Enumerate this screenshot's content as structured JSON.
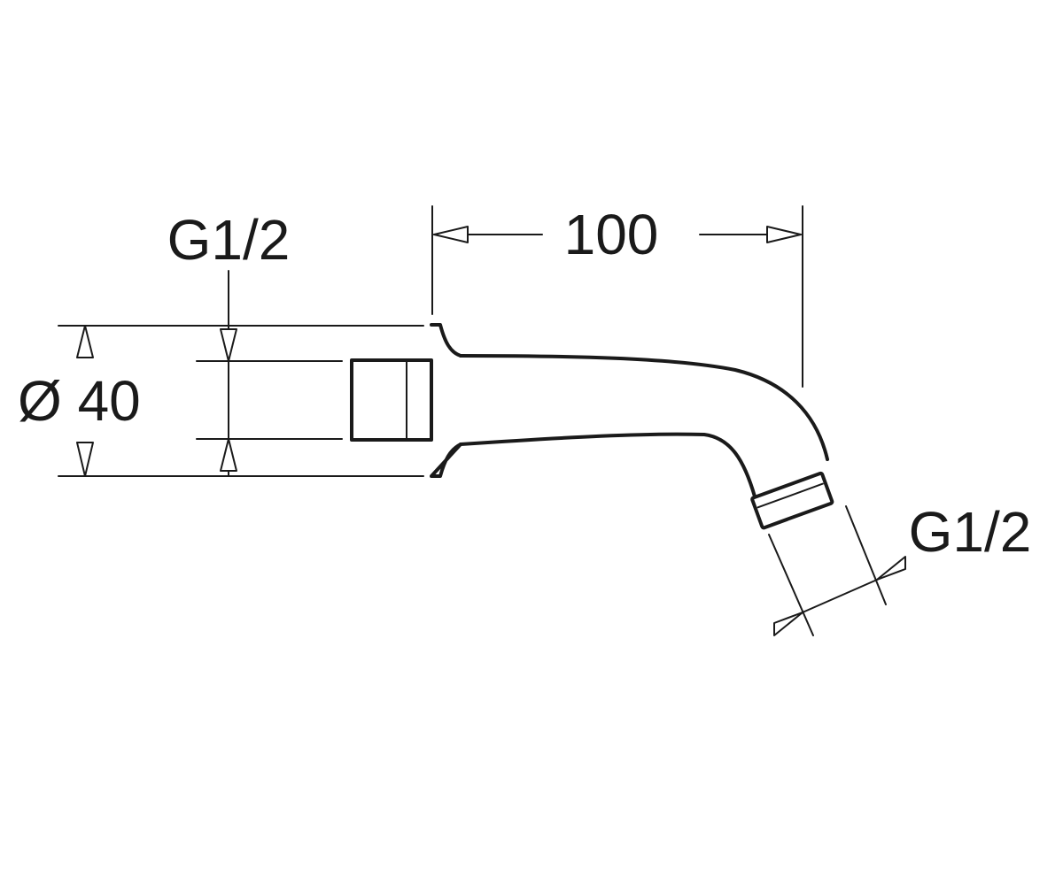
{
  "dimensions": {
    "inlet_thread": "G1/2",
    "projection": "100",
    "rosette_diameter": "Ø 40",
    "outlet_thread": "G1/2"
  }
}
